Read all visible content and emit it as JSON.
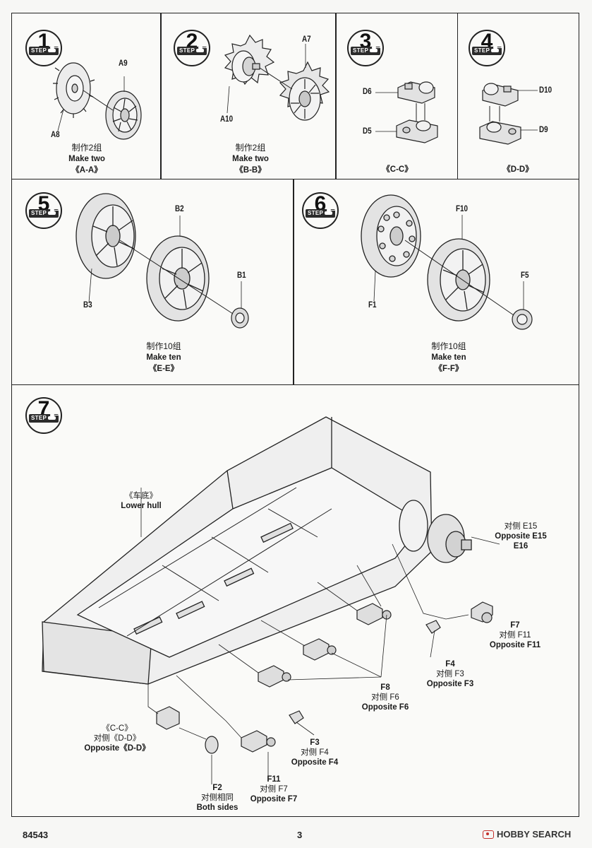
{
  "steps": [
    {
      "num": "1",
      "word": "STEP",
      "labels": [
        "A9",
        "A8"
      ],
      "caption_cn": "制作2组",
      "caption_en": "Make two",
      "caption_ref": "《A-A》"
    },
    {
      "num": "2",
      "word": "STEP",
      "labels": [
        "A7",
        "A10"
      ],
      "caption_cn": "制作2组",
      "caption_en": "Make two",
      "caption_ref": "《B-B》"
    },
    {
      "num": "3",
      "word": "STEP",
      "labels": [
        "D6",
        "D5"
      ],
      "caption_ref": "《C-C》"
    },
    {
      "num": "4",
      "word": "STEP",
      "labels": [
        "D10",
        "D9"
      ],
      "caption_ref": "《D-D》"
    },
    {
      "num": "5",
      "word": "STEP",
      "labels": [
        "B2",
        "B1",
        "B3"
      ],
      "caption_cn": "制作10组",
      "caption_en": "Make ten",
      "caption_ref": "《E-E》"
    },
    {
      "num": "6",
      "word": "STEP",
      "labels": [
        "F10",
        "F5",
        "F1"
      ],
      "caption_cn": "制作10组",
      "caption_en": "Make ten",
      "caption_ref": "《F-F》"
    },
    {
      "num": "7",
      "word": "STEP"
    }
  ],
  "step7": {
    "lower_hull_cn": "《车底》",
    "lower_hull_en": "Lower hull",
    "e15": {
      "cn": "对侧 E15",
      "en": "Opposite E15",
      "extra": "E16"
    },
    "f7": {
      "code": "F7",
      "cn": "对侧 F11",
      "en": "Opposite F11"
    },
    "f4": {
      "code": "F4",
      "cn": "对侧 F3",
      "en": "Opposite F3"
    },
    "f8": {
      "code": "F8",
      "cn": "对侧 F6",
      "en": "Opposite F6"
    },
    "f3": {
      "code": "F3",
      "cn": "对侧 F4",
      "en": "Opposite F4"
    },
    "f11": {
      "code": "F11",
      "cn": "对侧 F7",
      "en": "Opposite F7"
    },
    "f2": {
      "code": "F2",
      "cn": "对侧相同",
      "en": "Both sides"
    },
    "cc": {
      "ref": "《C-C》",
      "cn": "对侧《D-D》",
      "en": "Opposite《D-D》"
    }
  },
  "footer": {
    "kit_number": "84543",
    "page_number": "3",
    "watermark": "HOBBY SEARCH"
  },
  "colors": {
    "ink": "#1a1a1a",
    "part_fill": "#e2e2e2",
    "watermark_red": "#c4302b"
  }
}
